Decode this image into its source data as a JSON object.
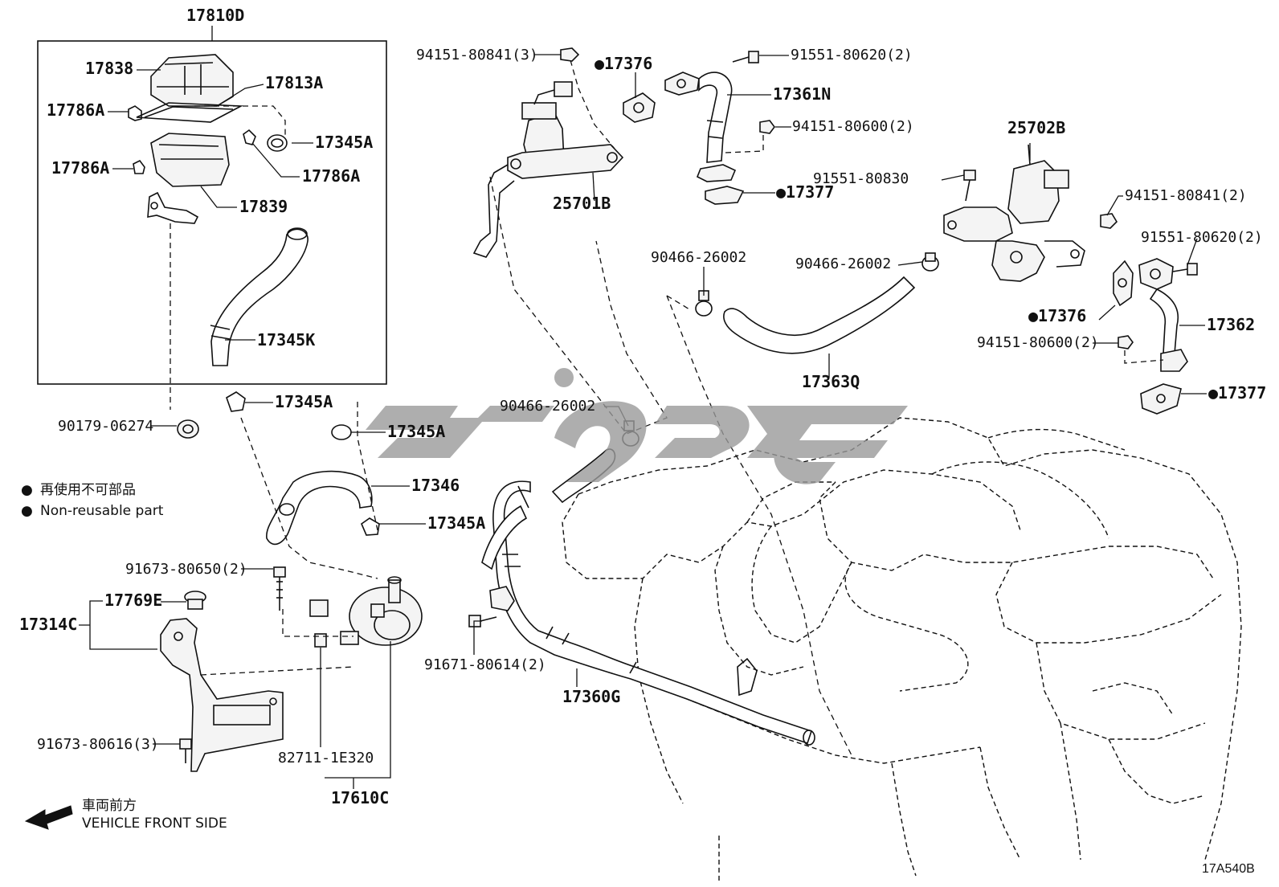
{
  "diagram": {
    "reference_code": "17A540B",
    "group_box_label": "17810D",
    "legend": {
      "symbol": "●",
      "line_jp": "再使用不可部品",
      "line_en": "Non-reusable part"
    },
    "direction": {
      "line_jp": "車両前方",
      "line_en": "VEHICLE FRONT SIDE"
    },
    "watermark_color": "#9a9a9a",
    "parts": [
      {
        "id": "p17838",
        "text": "17838"
      },
      {
        "id": "p17813A",
        "text": "17813A"
      },
      {
        "id": "p17786A_1",
        "text": "17786A"
      },
      {
        "id": "p17345A_1",
        "text": "17345A"
      },
      {
        "id": "p17786A_2",
        "text": "17786A"
      },
      {
        "id": "p17786A_3",
        "text": "17786A"
      },
      {
        "id": "p17839",
        "text": "17839"
      },
      {
        "id": "p17345K",
        "text": "17345K"
      },
      {
        "id": "p90179",
        "text": "90179-06274"
      },
      {
        "id": "p17345A_2",
        "text": "17345A"
      },
      {
        "id": "p17345A_3",
        "text": "17345A"
      },
      {
        "id": "p17346",
        "text": "17346"
      },
      {
        "id": "p17345A_4",
        "text": "17345A"
      },
      {
        "id": "p91673_650",
        "text": "91673-80650(2)"
      },
      {
        "id": "p17769E",
        "text": "17769E"
      },
      {
        "id": "p17314C",
        "text": "17314C"
      },
      {
        "id": "p91673_616",
        "text": "91673-80616(3)"
      },
      {
        "id": "p82711",
        "text": "82711-1E320"
      },
      {
        "id": "p17610C",
        "text": "17610C"
      },
      {
        "id": "p94151_841_3",
        "text": "94151-80841(3)"
      },
      {
        "id": "p17376_1",
        "text": "●17376"
      },
      {
        "id": "p91551_620_1",
        "text": "91551-80620(2)"
      },
      {
        "id": "p17361N",
        "text": "17361N"
      },
      {
        "id": "p94151_600_1",
        "text": "94151-80600(2)"
      },
      {
        "id": "p25701B",
        "text": "25701B"
      },
      {
        "id": "p17377_1",
        "text": "●17377"
      },
      {
        "id": "p25702B",
        "text": "25702B"
      },
      {
        "id": "p91551_830",
        "text": "91551-80830"
      },
      {
        "id": "p94151_841_2",
        "text": "94151-80841(2)"
      },
      {
        "id": "p91551_620_2",
        "text": "91551-80620(2)"
      },
      {
        "id": "p90466_a",
        "text": "90466-26002"
      },
      {
        "id": "p90466_b",
        "text": "90466-26002"
      },
      {
        "id": "p17376_2",
        "text": "●17376"
      },
      {
        "id": "p17362",
        "text": "17362"
      },
      {
        "id": "p94151_600_2",
        "text": "94151-80600(2)"
      },
      {
        "id": "p17363Q",
        "text": "17363Q"
      },
      {
        "id": "p17377_2",
        "text": "●17377"
      },
      {
        "id": "p90466_c",
        "text": "90466-26002"
      },
      {
        "id": "p91671",
        "text": "91671-80614(2)"
      },
      {
        "id": "p17360G",
        "text": "17360G"
      }
    ]
  }
}
